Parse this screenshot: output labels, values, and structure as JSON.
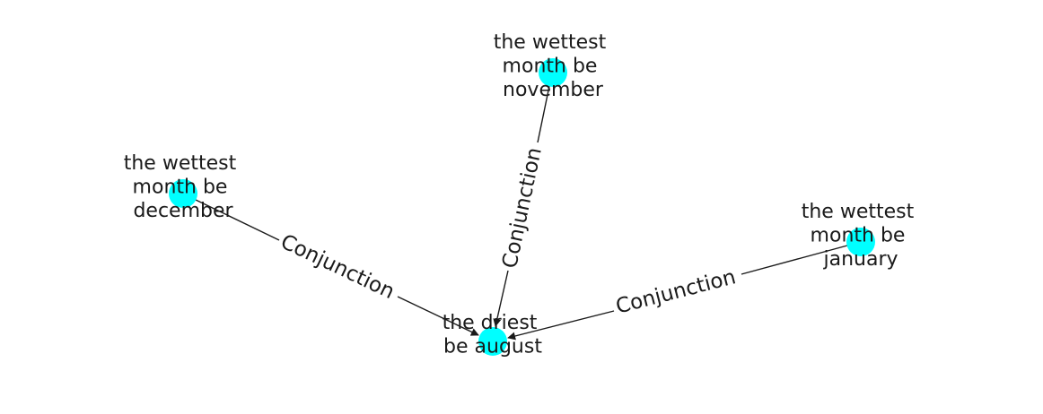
{
  "colors": {
    "node": "#00ffff",
    "edge": "#1a1a1a",
    "text": "#1a1a1a",
    "background": "#ffffff"
  },
  "nodes": [
    {
      "id": "november",
      "lines": [
        "the wettest",
        "month be",
        "november"
      ]
    },
    {
      "id": "december",
      "lines": [
        "the wettest",
        "month be",
        "december"
      ]
    },
    {
      "id": "january",
      "lines": [
        "the wettest",
        "month be",
        "january"
      ]
    },
    {
      "id": "august",
      "lines": [
        "the driest",
        "be august"
      ]
    }
  ],
  "edges": [
    {
      "source": "november",
      "target": "august",
      "label": "Conjunction"
    },
    {
      "source": "december",
      "target": "august",
      "label": "Conjunction"
    },
    {
      "source": "january",
      "target": "august",
      "label": "Conjunction"
    }
  ]
}
